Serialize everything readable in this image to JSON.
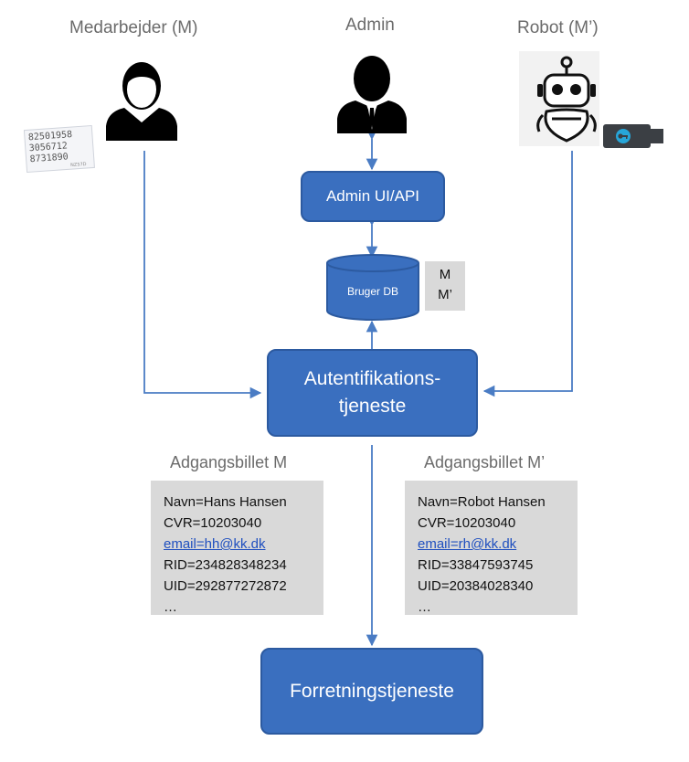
{
  "actors": {
    "medarbejder": "Medarbejder (M)",
    "admin": "Admin",
    "robot": "Robot (M’)"
  },
  "password_card": {
    "lines": [
      "82501958",
      "3056712",
      "8731890",
      "NZ57D"
    ]
  },
  "boxes": {
    "admin_ui": "Admin UI/API",
    "db": "Bruger DB",
    "auth_line1": "Autentifikations-",
    "auth_line2": "tjeneste",
    "business": "Forretningstjeneste"
  },
  "db_users": [
    "M",
    "M’"
  ],
  "tickets": {
    "m": {
      "title": "Adgangsbillet M",
      "name": "Navn=Hans Hansen",
      "cvr": "CVR=10203040",
      "email": "email=hh@kk.dk",
      "rid": "RID=234828348234",
      "uid": "UID=292877272872",
      "more": "…"
    },
    "mp": {
      "title": "Adgangsbillet M’",
      "name": "Navn=Robot Hansen",
      "cvr": "CVR=10203040",
      "email": "email=rh@kk.dk",
      "rid": "RID=33847593745",
      "uid": "UID=20384028340",
      "more": "…"
    }
  },
  "colors": {
    "box_fill": "#3a6fbf",
    "arrow": "#4a7cc4",
    "ticket_bg": "#d9d9d9",
    "label_gray": "#6b6b6b"
  }
}
